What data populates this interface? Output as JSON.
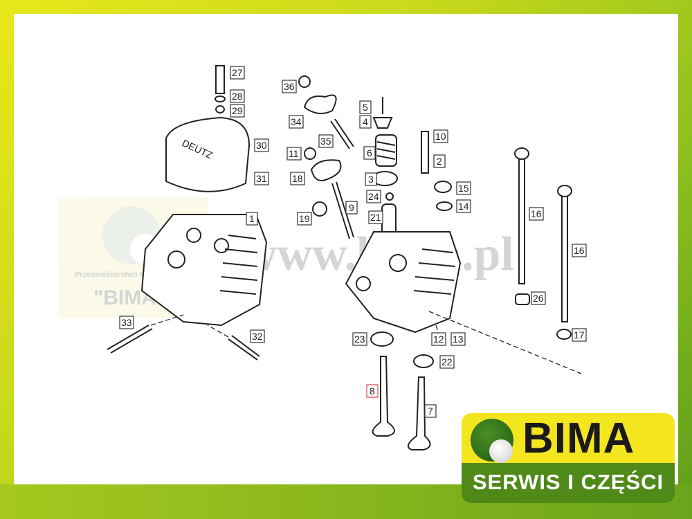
{
  "watermark": {
    "company_line": "Przedsiębiorstwo Handlowe",
    "name": "\"BIMA\"",
    "url": "www.bima.pl"
  },
  "logo": {
    "brand": "BIMA",
    "tagline": "SERWIS I CZĘŚCI"
  },
  "colors": {
    "logo_yellow": "#f4e61e",
    "logo_green": "#4f8a18",
    "frame_yellow": "#e8e81a",
    "frame_green": "#5f9e1a"
  },
  "callouts": [
    "27",
    "28",
    "29",
    "30",
    "31",
    "1",
    "33",
    "32",
    "36",
    "34",
    "35",
    "11",
    "18",
    "19",
    "9",
    "5",
    "4",
    "6",
    "3",
    "24",
    "21",
    "10",
    "2",
    "15",
    "14",
    "16",
    "16",
    "26",
    "17",
    "12",
    "13",
    "23",
    "22",
    "8",
    "7"
  ]
}
